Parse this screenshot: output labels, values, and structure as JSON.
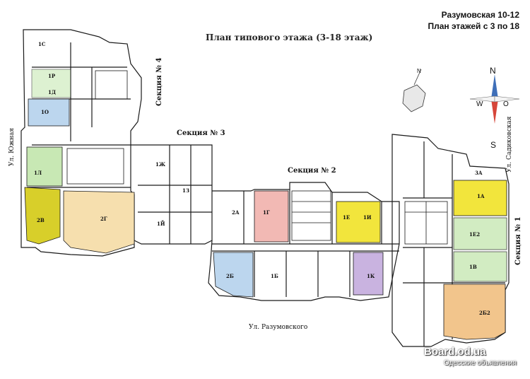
{
  "header": {
    "line1": "Разумовская 10-12",
    "line2": "План этажей с 3 по 18",
    "plan_title": "План типового этажа (3-18 этаж)"
  },
  "sections": {
    "s1": "Секция № 1",
    "s2": "Секция № 2",
    "s3": "Секция № 3",
    "s4": "Секция № 4"
  },
  "streets": {
    "yuzhnaya": "Ул. Южная",
    "razumovskogo": "Ул. Разумовского",
    "sadikovskaya": "Ул. Садиковская"
  },
  "compass": {
    "n": "N",
    "s": "S",
    "w": "W",
    "o": "O"
  },
  "mini_compass": {
    "n": "N"
  },
  "apartments": [
    {
      "id": "1C"
    },
    {
      "id": "1P"
    },
    {
      "id": "1O"
    },
    {
      "id": "1Д"
    },
    {
      "id": "1Л"
    },
    {
      "id": "2В"
    },
    {
      "id": "2Г"
    },
    {
      "id": "1Ж"
    },
    {
      "id": "1Й"
    },
    {
      "id": "2А"
    },
    {
      "id": "1Г"
    },
    {
      "id": "1Е"
    },
    {
      "id": "1И"
    },
    {
      "id": "2Б"
    },
    {
      "id": "1Б"
    },
    {
      "id": "1К"
    },
    {
      "id": "1А"
    },
    {
      "id": "1Е2"
    },
    {
      "id": "1В"
    },
    {
      "id": "2Б2"
    },
    {
      "id": "1З"
    },
    {
      "id": "3А"
    }
  ],
  "watermark": {
    "brand": "Board.od.ua",
    "sub": "Одесские объявления"
  },
  "colors": {
    "yellow": "#f2e53c",
    "olive": "#d8cf2a",
    "peach": "#f6dfae",
    "pink": "#f2b9b4",
    "blue": "#bcd6ee",
    "green": "#c8e8b4",
    "lavender": "#c9b3e0",
    "orange": "#f2c58c",
    "wall": "#1a1a1a"
  }
}
